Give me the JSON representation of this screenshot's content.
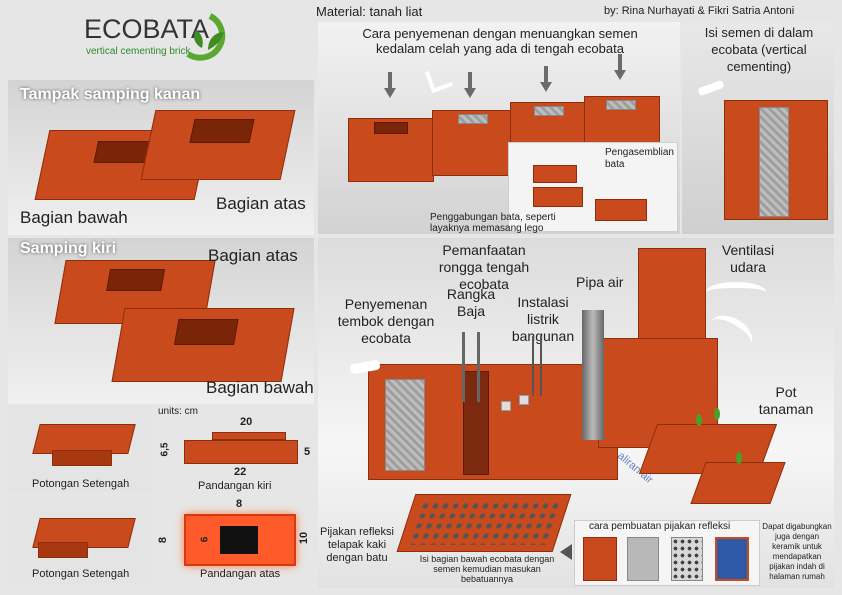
{
  "logo": {
    "title": "ECOBATA",
    "subtitle": "vertical cementing brick"
  },
  "header": {
    "material": "Material: tanah liat",
    "authors": "by: Rina Nurhayati & Fikri Satria Antoni"
  },
  "left": {
    "right_side_title": "Tampak samping kanan",
    "bottom_part": "Bagian bawah",
    "top_part": "Bagian atas",
    "left_side_title": "Samping kiri",
    "top_part_2": "Bagian atas",
    "bottom_part_2": "Bagian bawah",
    "half_cut_1": "Potongan Setengah",
    "half_cut_2": "Potongan Setengah",
    "units": "units: cm",
    "left_view": "Pandangan kiri",
    "top_view": "Pandangan atas",
    "dims": {
      "w20": "20",
      "h65": "6,5",
      "h5": "5",
      "w22": "22",
      "w8": "8",
      "h8": "8",
      "h6": "6",
      "h10": "10"
    }
  },
  "top_middle": {
    "caption": "Cara penyemenan dengan menuangkan semen kedalam celah yang ada di tengah ecobata",
    "assembly": "Pengasemblian bata",
    "lego": "Penggabungan bata, seperti layaknya memasang lego"
  },
  "top_right": {
    "caption": "Isi semen di dalam ecobata (vertical cementing)"
  },
  "bottom": {
    "rongga": "Pemanfaatan rongga tengah ecobata",
    "ventilasi": "Ventilasi udara",
    "rangka": "Rangka Baja",
    "instalasi": "Instalasi listrik bangunan",
    "pipa": "Pipa air",
    "penyemenan": "Penyemenan tembok dengan ecobata",
    "pot": "Pot tanaman",
    "aliran": "aliran air",
    "pijakan": "Pijakan refleksi telapak kaki dengan batu",
    "isi_bawah": "Isi bagian bawah ecobata dengan semen kemudian masukan bebatuannya",
    "cara_pijakan": "cara pembuatan pijakan refleksi",
    "keramik": "Dapat digabungkan juga dengan keramik untuk mendapatkan pijakan indah di halaman rumah"
  }
}
